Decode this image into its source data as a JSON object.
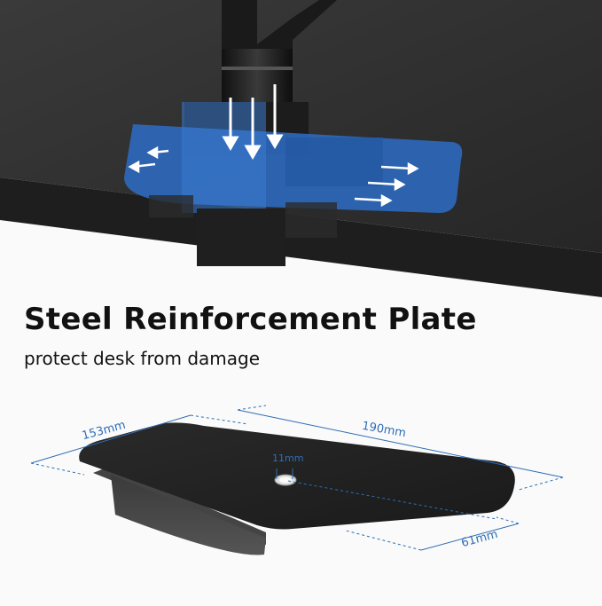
{
  "heading": {
    "title": "Steel Reinforcement Plate",
    "subtitle": "protect desk from damage"
  },
  "dimensions": {
    "width": "153mm",
    "length": "190mm",
    "hole": "11mm",
    "lip": "61mm"
  },
  "colors": {
    "accent_blue": "#2f6db5",
    "plate_overlay": "#2d6bc0",
    "desk": "#2b2b2b",
    "background": "#fafafa"
  }
}
